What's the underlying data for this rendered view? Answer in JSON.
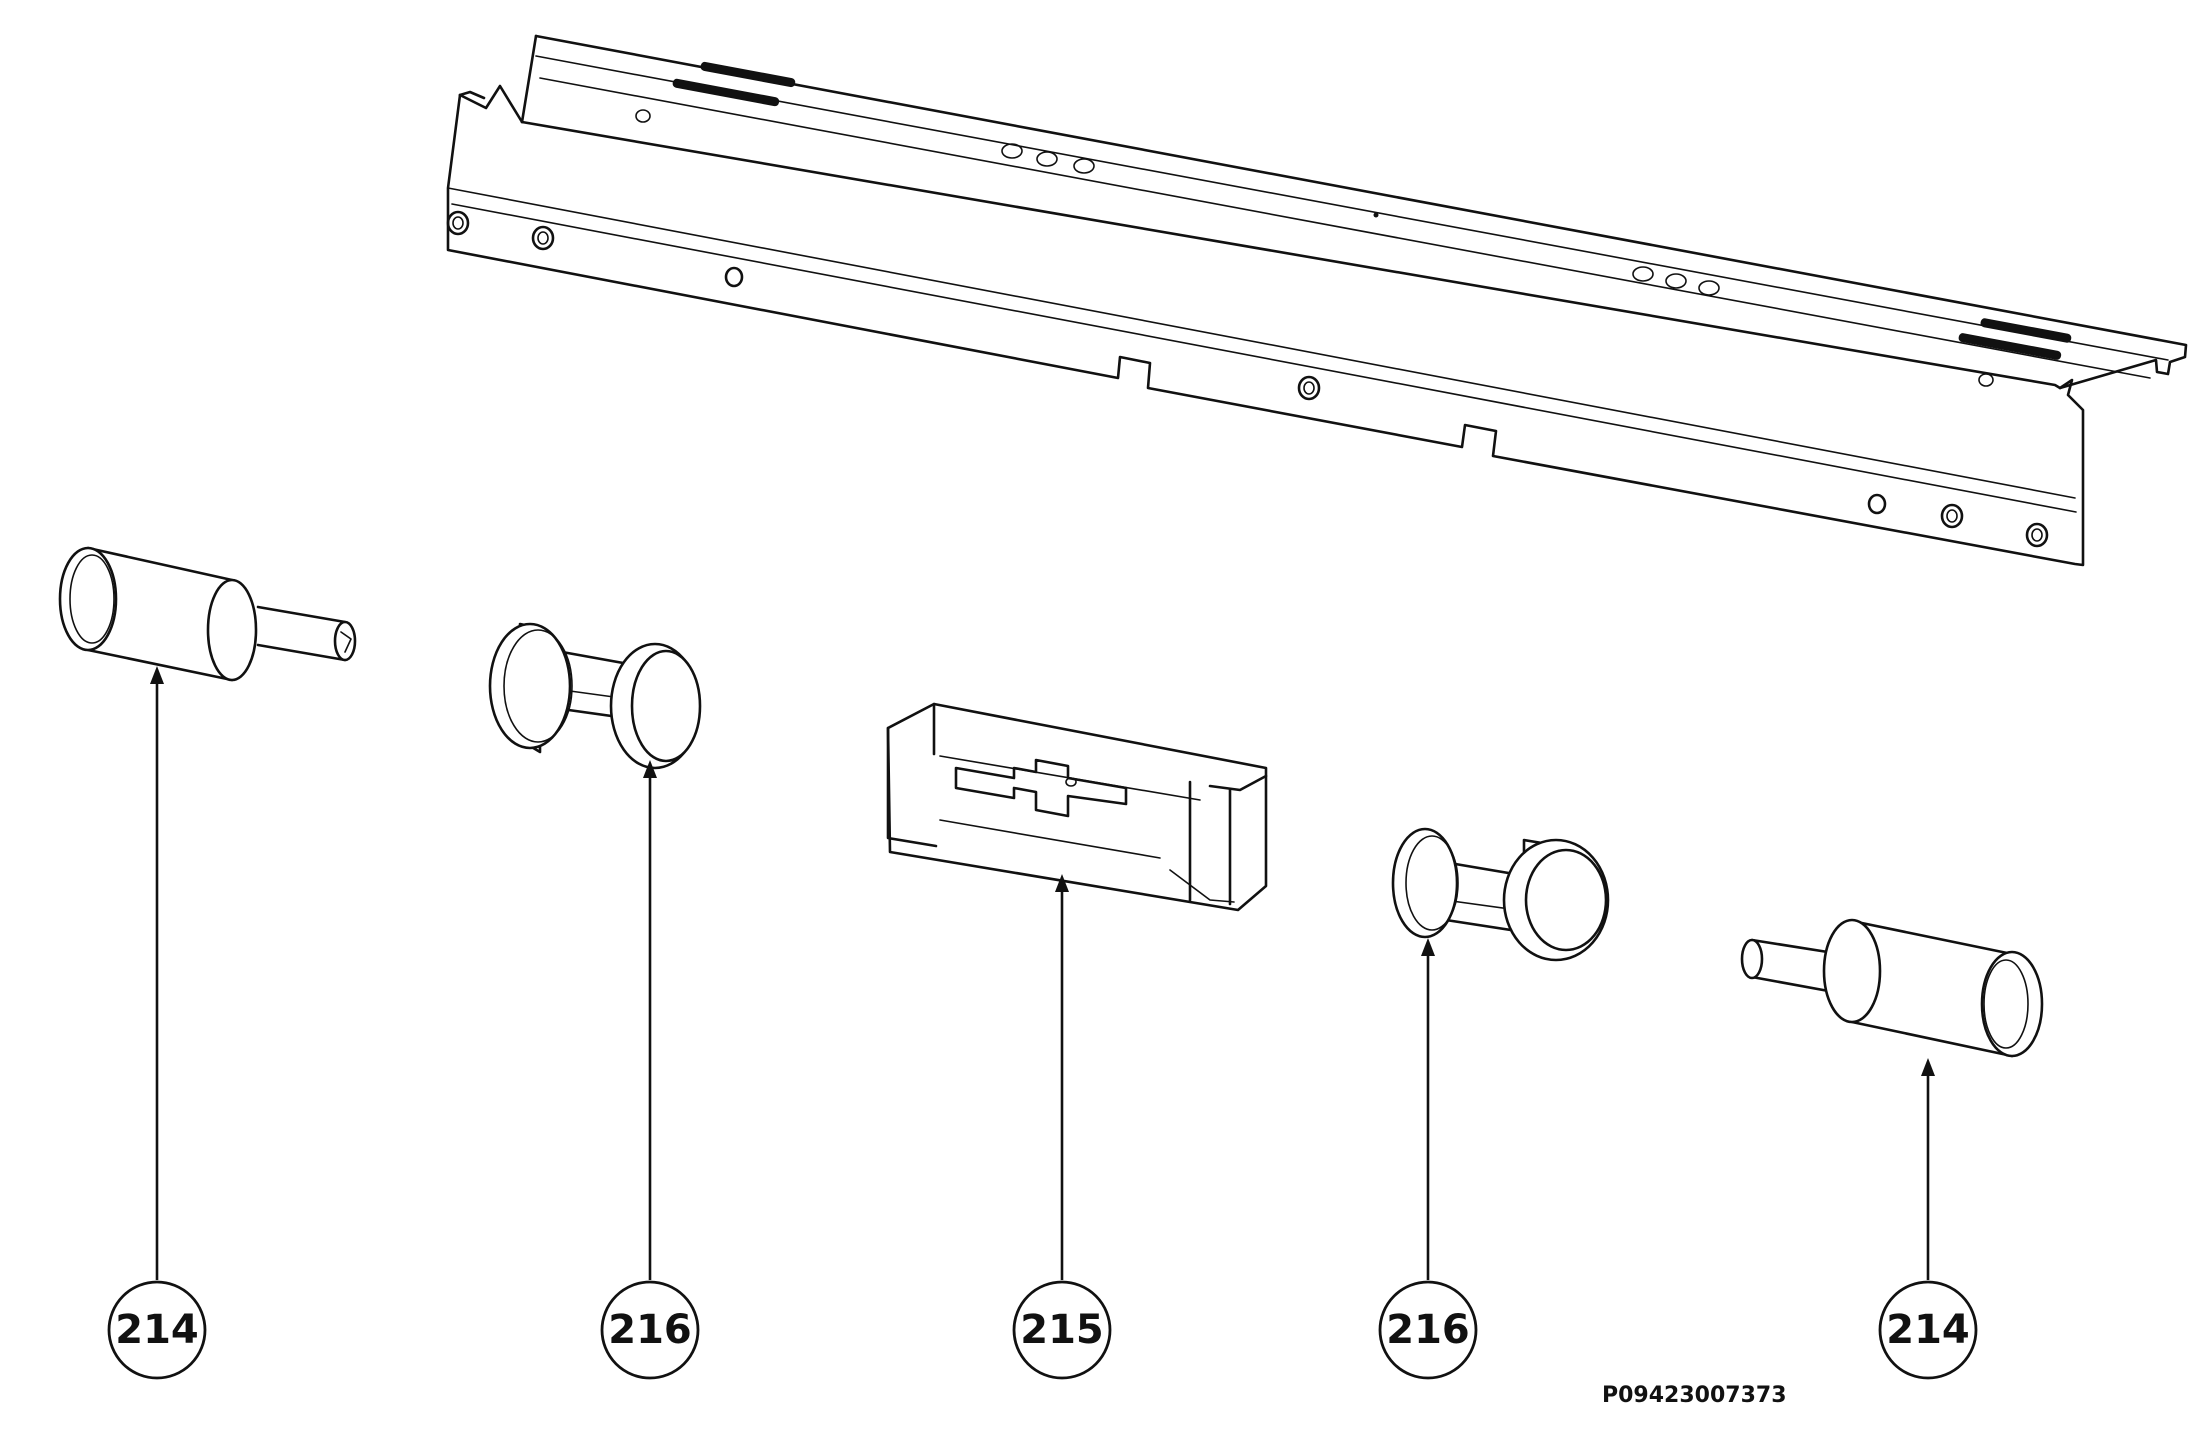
{
  "diagram": {
    "parts": [
      {
        "part_number": "214"
      },
      {
        "part_number": "216"
      },
      {
        "part_number": "215"
      },
      {
        "part_number": "216"
      },
      {
        "part_number": "214"
      }
    ],
    "drawing_code": "P09423007373"
  },
  "colors": {
    "line": "#111111",
    "background": "#ffffff"
  }
}
